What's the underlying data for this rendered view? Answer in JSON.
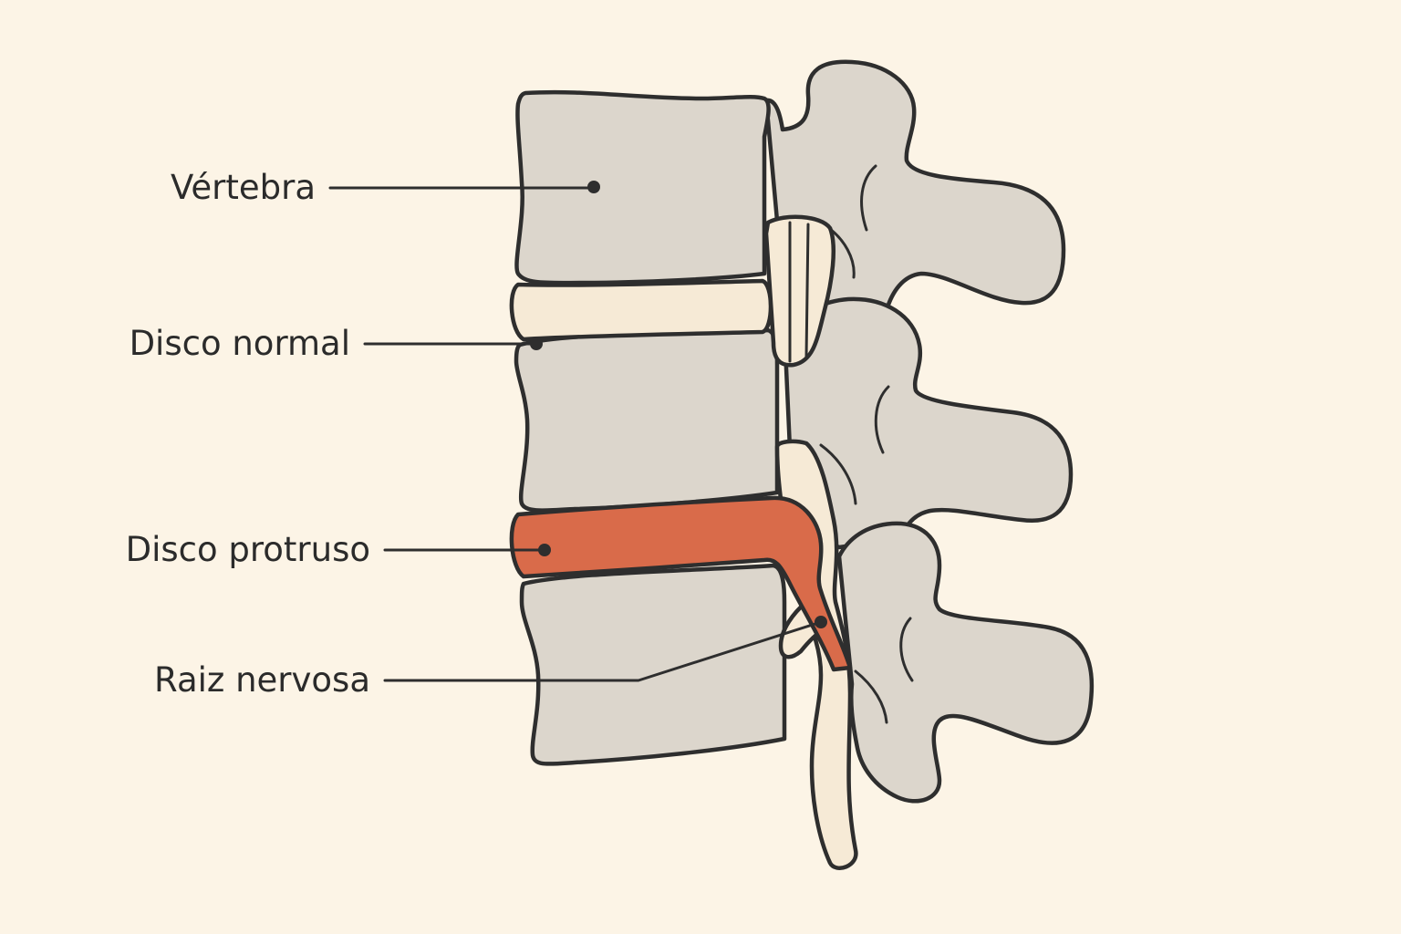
{
  "labels": {
    "vertebra": "Vértebra",
    "normal_disc": "Disco normal",
    "protruded_disc": "Disco protruso",
    "nerve_root": "Raiz nervosa"
  },
  "colors": {
    "background": "#fcf4e6",
    "bone": "#dcd6cc",
    "normal_disc": "#f6ead6",
    "protruded_disc": "#d96b4a",
    "nerve": "#f6ead6",
    "outline": "#2e2e2e"
  }
}
